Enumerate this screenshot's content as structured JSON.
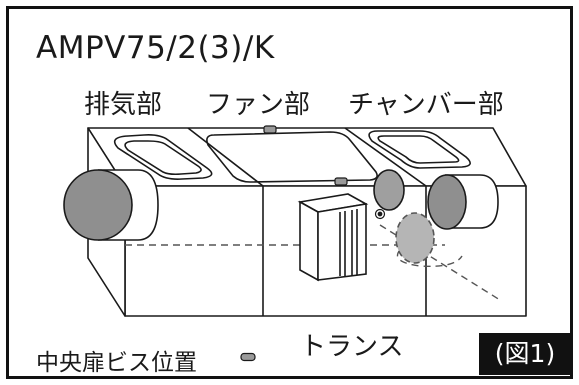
{
  "figure": {
    "model": "AMPV75/2(3)/K",
    "sections": {
      "exhaust": "排気部",
      "fan": "ファン部",
      "chamber": "チャンバー部"
    },
    "transformer_label": "トランス",
    "screw_legend": "中央扉ビス位置",
    "figure_label": "(図1)"
  },
  "colors": {
    "line": "#1a1a1a",
    "duct_fill": "#8f8f8f",
    "hidden_duct_fill": "#b5b5b5",
    "dashed": "#555555",
    "badge_bg": "#111111"
  }
}
